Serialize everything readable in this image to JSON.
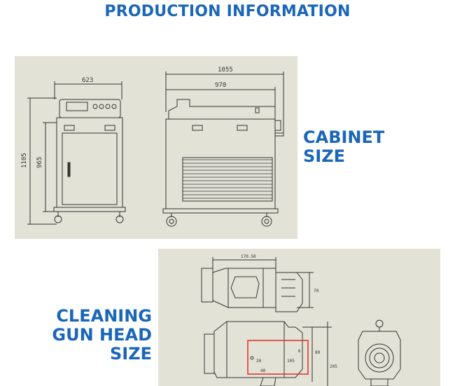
{
  "title": "PRODUCTION INFORMATION",
  "cabinet": {
    "label_lines": [
      "CABINET",
      "SIZE"
    ],
    "front_view": {
      "width": "623",
      "height_total": "1105",
      "height_body": "965"
    },
    "side_view": {
      "length_total": "1055",
      "length_body": "970"
    }
  },
  "gun_head": {
    "label_lines": [
      "CLEANING",
      "GUN HEAD",
      "SIZE"
    ],
    "top_view": {
      "length": "170.50",
      "height": "70"
    },
    "side_view": {
      "height_a": "80",
      "height_b": "205",
      "inner_a": "20",
      "inner_b": "40",
      "inner_c": "105",
      "inner_d": "6"
    },
    "highlight_color": "#e03a2e"
  },
  "colors": {
    "accent": "#1a66b8",
    "panel": "#e3e2d7",
    "line": "#333333"
  }
}
